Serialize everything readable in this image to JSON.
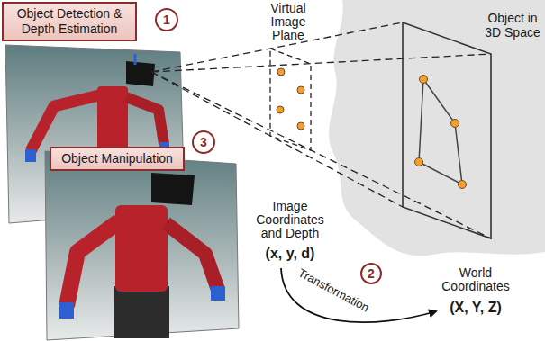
{
  "diagram": {
    "nodes": [
      {
        "text": [
          "Object Detection & Depth Estimation"
        ]
      },
      {
        "text": [
          "1"
        ]
      },
      {
        "text": [
          "Object Manipulation"
        ]
      },
      {
        "text": [
          "3"
        ]
      },
      {
        "text": [
          "Object in 3D Space"
        ]
      },
      {
        "text": [
          "2"
        ]
      }
    ],
    "labels": [
      "Virtual Image Plane",
      "Image Coordinates and Depth",
      "(x, y, d)",
      "Transformation",
      "World Coordinates",
      "(X, Y, Z)"
    ]
  }
}
